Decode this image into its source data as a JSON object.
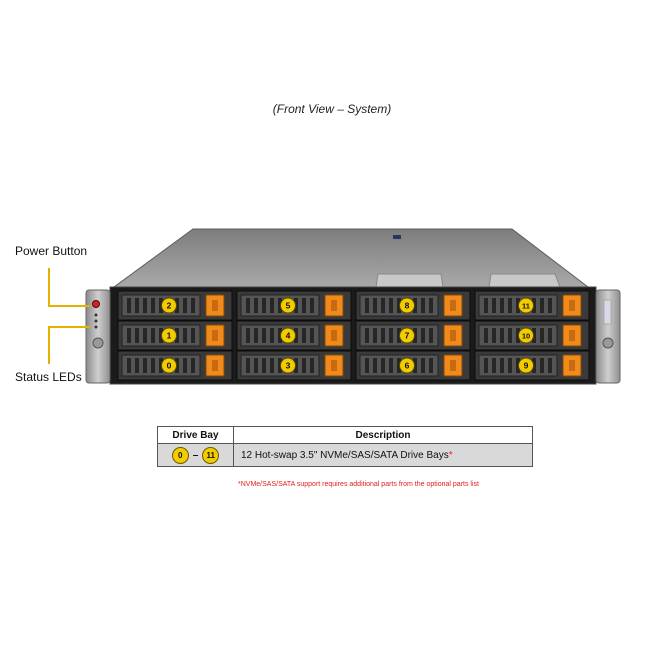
{
  "caption": "(Front View – System)",
  "labels": {
    "power_button": "Power Button",
    "status_leds": "Status LEDs"
  },
  "bays": [
    {
      "number": "2"
    },
    {
      "number": "5"
    },
    {
      "number": "8"
    },
    {
      "number": "11"
    },
    {
      "number": "1"
    },
    {
      "number": "4"
    },
    {
      "number": "7"
    },
    {
      "number": "10"
    },
    {
      "number": "0"
    },
    {
      "number": "3"
    },
    {
      "number": "6"
    },
    {
      "number": "9"
    }
  ],
  "colors": {
    "badge": "#f2cc00",
    "drive_latch": "#f08a1c",
    "callout_line": "#e2b400",
    "footnote": "#e02020"
  },
  "table": {
    "headers": {
      "bay": "Drive Bay",
      "description": "Description"
    },
    "row": {
      "bay_start": "0",
      "bay_dash": "–",
      "bay_end": "11",
      "description": "12 Hot-swap 3.5\" NVMe/SAS/SATA Drive Bays",
      "description_mark": "*"
    }
  },
  "footnote": "*NVMe/SAS/SATA support requires additional parts from the optional parts list"
}
